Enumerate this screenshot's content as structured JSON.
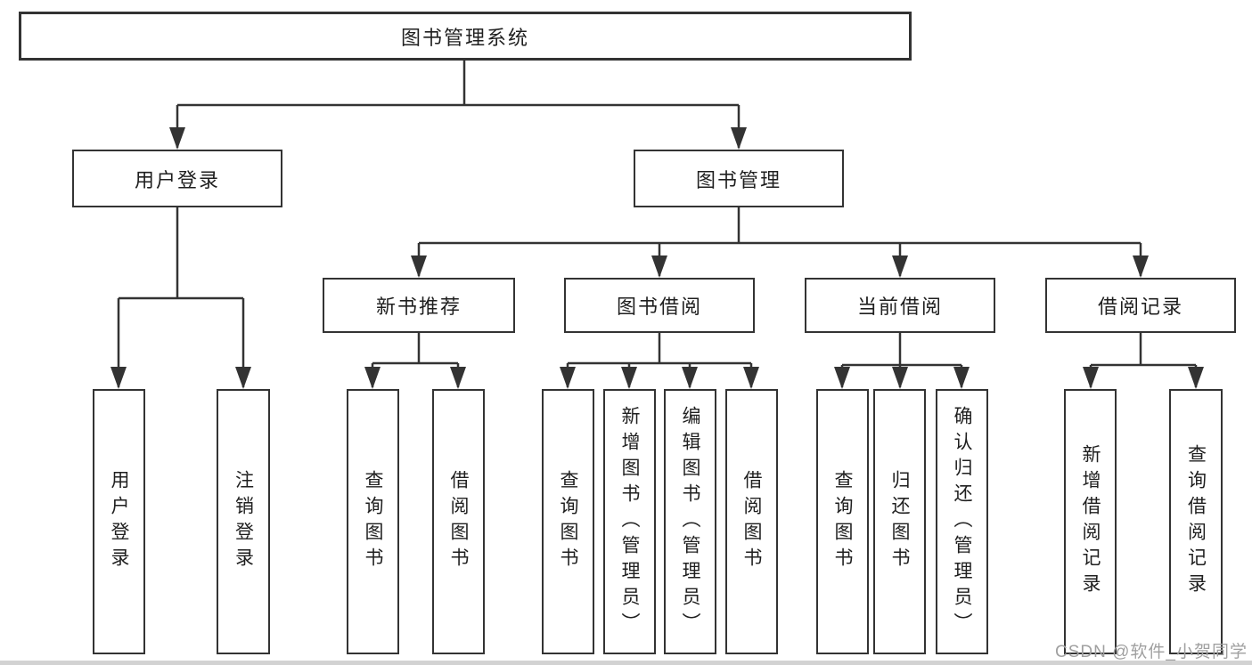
{
  "diagram": {
    "root": {
      "label": "图书管理系统"
    },
    "branches": [
      {
        "label": "用户登录",
        "children": [
          {
            "label": "用户登录"
          },
          {
            "label": "注销登录"
          }
        ]
      },
      {
        "label": "图书管理",
        "groups": [
          {
            "label": "新书推荐",
            "children": [
              {
                "label": "查询图书"
              },
              {
                "label": "借阅图书"
              }
            ]
          },
          {
            "label": "图书借阅",
            "children": [
              {
                "label": "查询图书"
              },
              {
                "label": "新增图书（管理员）"
              },
              {
                "label": "编辑图书（管理员）"
              },
              {
                "label": "借阅图书"
              }
            ]
          },
          {
            "label": "当前借阅",
            "children": [
              {
                "label": "查询图书"
              },
              {
                "label": "归还图书"
              },
              {
                "label": "确认归还（管理员）"
              }
            ]
          },
          {
            "label": "借阅记录",
            "children": [
              {
                "label": "新增借阅记录"
              },
              {
                "label": "查询借阅记录"
              }
            ]
          }
        ]
      }
    ],
    "colors": {
      "line": "#333333",
      "text": "#1f1f1f",
      "watermark": "#a0a0a0"
    }
  },
  "watermark": {
    "text": "CSDN @软件_小贺同学"
  }
}
